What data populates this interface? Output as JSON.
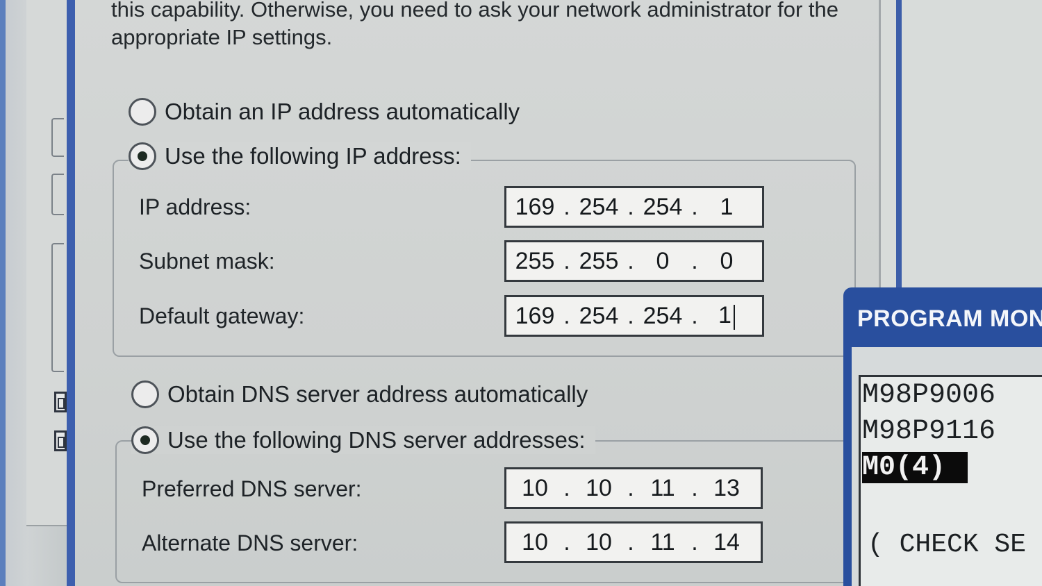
{
  "dialog": {
    "info_text": "this capability. Otherwise, you need to ask your network administrator for the appropriate IP settings.",
    "ip_mode": {
      "auto_label": "Obtain an IP address automatically",
      "manual_label": "Use the following IP address:",
      "selected": "manual"
    },
    "ip_fields": [
      {
        "label": "IP address:",
        "octets": [
          "169",
          "254",
          "254",
          "1"
        ]
      },
      {
        "label": "Subnet mask:",
        "octets": [
          "255",
          "255",
          "0",
          "0"
        ]
      },
      {
        "label": "Default gateway:",
        "octets": [
          "169",
          "254",
          "254",
          "1"
        ]
      }
    ],
    "dns_mode": {
      "auto_label": "Obtain DNS server address automatically",
      "manual_label": "Use the following DNS server addresses:",
      "selected": "manual"
    },
    "dns_fields": [
      {
        "label": "Preferred DNS server:",
        "octets": [
          "10",
          "10",
          "11",
          "13"
        ]
      },
      {
        "label": "Alternate DNS server:",
        "octets": [
          "10",
          "10",
          "11",
          "14"
        ]
      }
    ]
  },
  "program_monitor": {
    "title": "PROGRAM MONI",
    "lines": [
      "M98P9006",
      "M98P9116",
      "M0(4)"
    ],
    "check_text": "( CHECK SE"
  },
  "colors": {
    "window_blue": "#294f9e",
    "dialog_bg": "#d4d7d6",
    "highlight": "#0b0b0b"
  }
}
